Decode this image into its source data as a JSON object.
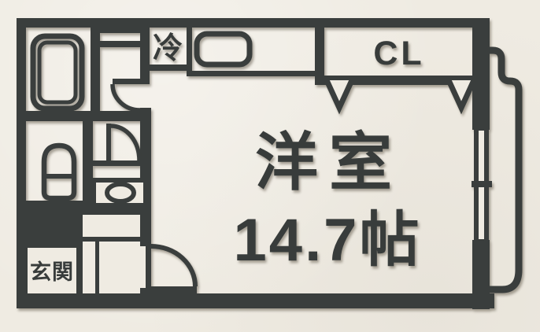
{
  "floorplan": {
    "labels": {
      "room": "洋室",
      "size": "14.7帖",
      "closet": "CL",
      "fridge": "冷",
      "entrance": "玄関"
    },
    "colors": {
      "paper": "#efebe2",
      "ink": "#3a3e3d"
    }
  }
}
